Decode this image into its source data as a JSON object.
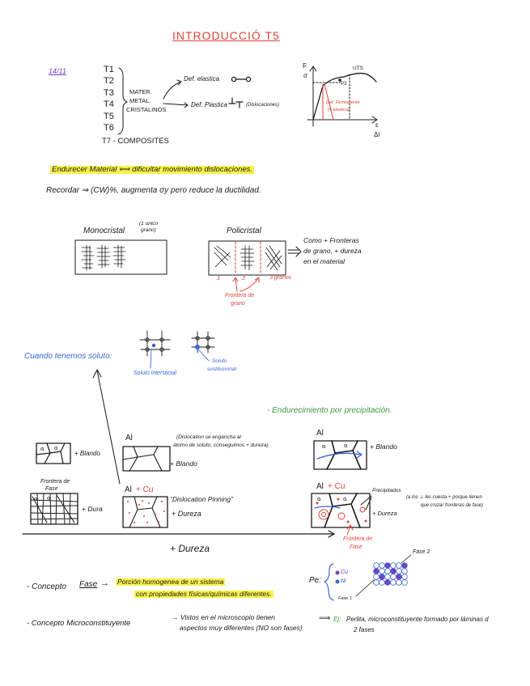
{
  "title": "INTRODUCCIÓ T5",
  "date": "14/11",
  "topics": {
    "items": [
      "T1",
      "T2",
      "T3",
      "T4",
      "T5",
      "T6"
    ],
    "group": [
      "MATER.",
      "METAL.",
      "CRISTALINOS"
    ],
    "elastic": "Def. elastica",
    "plastic": "Def. Plastica",
    "dislocations": "(Dislocaciones)",
    "composites": "T7 - COMPOSITES"
  },
  "stress_strain": {
    "force": "F",
    "stress": "σ",
    "strain": "ε",
    "elongation": "Δl",
    "uts": "UTS",
    "point": "P3",
    "permanent": "Def. Permanente",
    "not_elastic": "(≠ elastica)"
  },
  "notes": {
    "hardening": "Endurecer Material ⟺ dificultar movimiento dislocaciones.",
    "remember": "Recordar ⇒ (CW)%, augmenta σy pero reduce la ductilidad."
  },
  "grain": {
    "mono_title": "Monocristal",
    "mono_note": [
      "(1 unico",
      "grano)"
    ],
    "poly_title": "Policristal",
    "numbers": [
      "1",
      "2",
      "3 granos"
    ],
    "boundary": [
      "Frontera de",
      "grano"
    ],
    "conclusion": [
      "Como + Fronteras",
      "de grano, + dureza",
      "en el material"
    ]
  },
  "solute": {
    "title": "Cuando tenemos soluto:",
    "interstitial": "Soluto intersticial",
    "substitutional": [
      "Soluto",
      "sustitucional"
    ]
  },
  "precipitation": {
    "title": "- Endurecimiento por precipitación.",
    "alpha": "α",
    "soft": "+ Blando",
    "phase_boundary": [
      "Frontera de",
      "Fase"
    ],
    "hard": "+ Dura",
    "al": "Al",
    "cu": "+ Cu",
    "dislocation_note": [
      "(Dislocation se engancha al",
      "átomo de soluto, conseguimos + dureza)"
    ],
    "pinning": "“Dislocation Pinning”",
    "harder": "+ Dureza",
    "precipitates": "Precipitados",
    "boundary_note": [
      "(a los ⊥ les cuesta + porque tienen",
      "que cruzar fronteras de fase)"
    ],
    "axis_label": "+ Dureza"
  },
  "concepts": {
    "phase_prefix": "- Concepto",
    "phase_word": "Fase",
    "arrow": "→",
    "phase_def": [
      "Porción homogenea de un sistema",
      "con propiedades físicas/químicas diferentes."
    ],
    "example": "Pe:",
    "cu": "Cu",
    "ni": "Ni",
    "phase2": "Fase 2",
    "phase1": "Fase 1",
    "micro_title": "- Concepto Microconstituyente",
    "micro_def": [
      "→ Vistos en el microscopio tienen",
      "aspectos muy diferentes (NO son fases)"
    ],
    "implies": "⟹",
    "ej": "Ej:",
    "micro_example": [
      "Perlita, microconstituyente formado por láminas d",
      "2 fases"
    ]
  },
  "colors": {
    "ink": "#1a1a1a",
    "red": "#e0433a",
    "purple": "#7a3fc4",
    "blue": "#3a66d8",
    "green": "#3a9a3a",
    "highlight": "#f7f24a"
  }
}
